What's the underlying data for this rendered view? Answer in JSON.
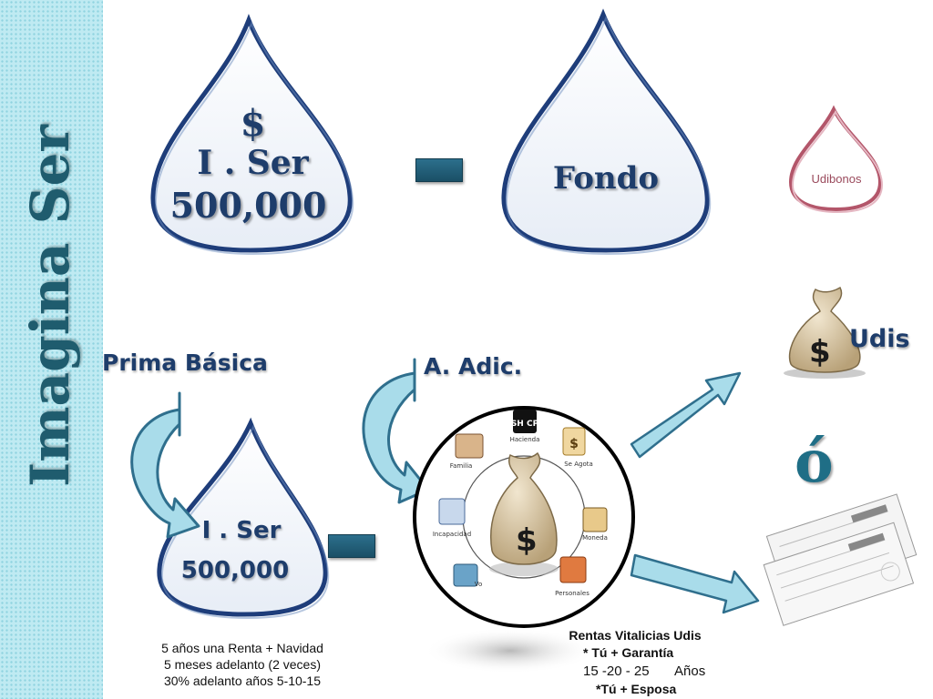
{
  "sidebar": {
    "title": "Imagina Ser"
  },
  "drop_left": {
    "symbol": "$",
    "name": "I . Ser",
    "amount": "500,000"
  },
  "drop_right": {
    "label": "Fondo"
  },
  "udibonos": {
    "label": "Udibonos"
  },
  "udis": {
    "label": "Udis"
  },
  "or_label": "ó",
  "prima": {
    "label": "Prima Básica"
  },
  "adic": {
    "label": "A. Adic."
  },
  "drop_bottom": {
    "name": "I . Ser",
    "amount": "500,000"
  },
  "notes_left": [
    "5 años una Renta + Navidad",
    "5 meses adelanto (2 veces)",
    "30% adelanto años 5-10-15"
  ],
  "notes_right": {
    "title": "Rentas Vitalicias Udis",
    "line1": "* Tú + Garantía",
    "years": "15 -20 - 25",
    "years_label": "Años",
    "line3": "*Tú + Esposa"
  },
  "wheel_items": [
    "Hacienda",
    "Se Agota",
    "Moneda",
    "Personales",
    "Vo",
    "Incapacidad",
    "Familia"
  ],
  "wheel_badge": "SH CP",
  "colors": {
    "navy": "#1e3d6b",
    "teal": "#1f5c6e",
    "arrow_fill": "#a9dcea",
    "arrow_stroke": "#2f6f8d"
  }
}
